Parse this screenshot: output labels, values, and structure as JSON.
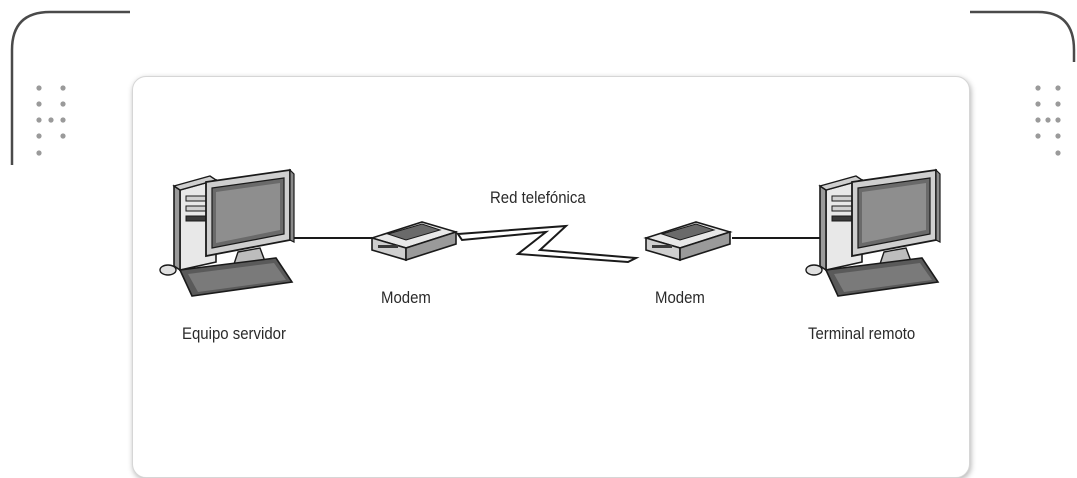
{
  "diagram": {
    "nodes": [
      {
        "id": "server",
        "label": "Equipo servidor",
        "icon": "desktop-computer-icon"
      },
      {
        "id": "modem1",
        "label": "Modem",
        "icon": "modem-icon"
      },
      {
        "id": "modem2",
        "label": "Modem",
        "icon": "modem-icon"
      },
      {
        "id": "terminal",
        "label": "Terminal remoto",
        "icon": "desktop-computer-icon"
      }
    ],
    "network_label": "Red telefónica",
    "network_icon": "lightning-link-icon",
    "edges": [
      {
        "from": "server",
        "to": "modem1",
        "type": "cable"
      },
      {
        "from": "modem1",
        "to": "modem2",
        "type": "telephone-network"
      },
      {
        "from": "modem2",
        "to": "terminal",
        "type": "cable"
      }
    ]
  },
  "colors": {
    "frame": "#4a4a4a",
    "dots": "#9a9a9a",
    "panel_border": "#d6d6d6",
    "text": "#2a2a2a"
  }
}
